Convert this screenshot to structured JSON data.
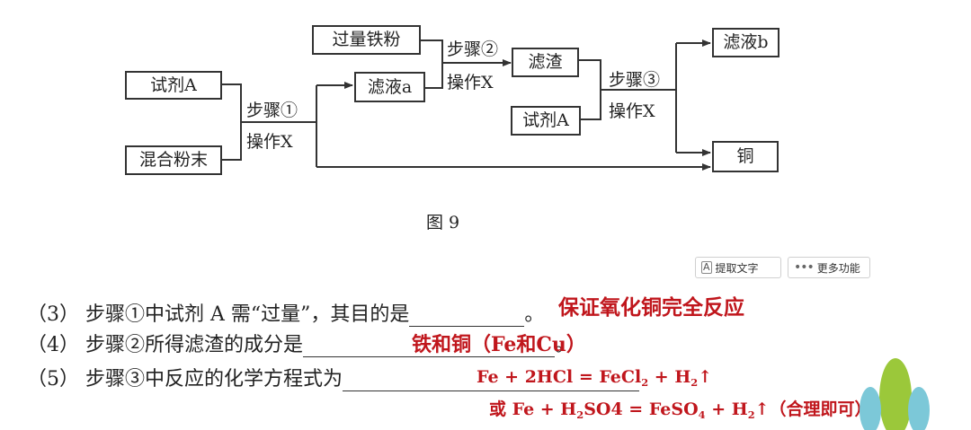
{
  "diagram": {
    "boxes": {
      "reagent_a1": "试剂A",
      "mixed_powder": "混合粉末",
      "excess_iron": "过量铁粉",
      "filtrate_a": "滤液a",
      "residue": "滤渣",
      "reagent_a2": "试剂A",
      "filtrate_b": "滤液b",
      "copper": "铜"
    },
    "labels": {
      "step1": "步骤①",
      "op1": "操作X",
      "step2": "步骤②",
      "op2": "操作X",
      "step3": "步骤③",
      "op3": "操作X"
    },
    "caption": "图 9"
  },
  "toolbar": {
    "extract_text": "提取文字",
    "more": "更多功能"
  },
  "questions": [
    {
      "prefix": "（3） 步骤①中试剂 A 需“过量”，其目的是",
      "suffix": "。",
      "answer": "保证氧化铜完全反应"
    },
    {
      "prefix": "（4） 步骤②所得滤渣的成分是",
      "suffix": "。",
      "answer": "铁和铜（Fe和Cu）"
    },
    {
      "prefix": "（5） 步骤③中反应的化学方程式为",
      "suffix": "",
      "answer_line1": "Fe + 2HCl = FeCl₂ + H₂↑",
      "answer_line2": "或 Fe + H₂SO4 = FeSO₄ + H₂↑（合理即可）"
    }
  ]
}
